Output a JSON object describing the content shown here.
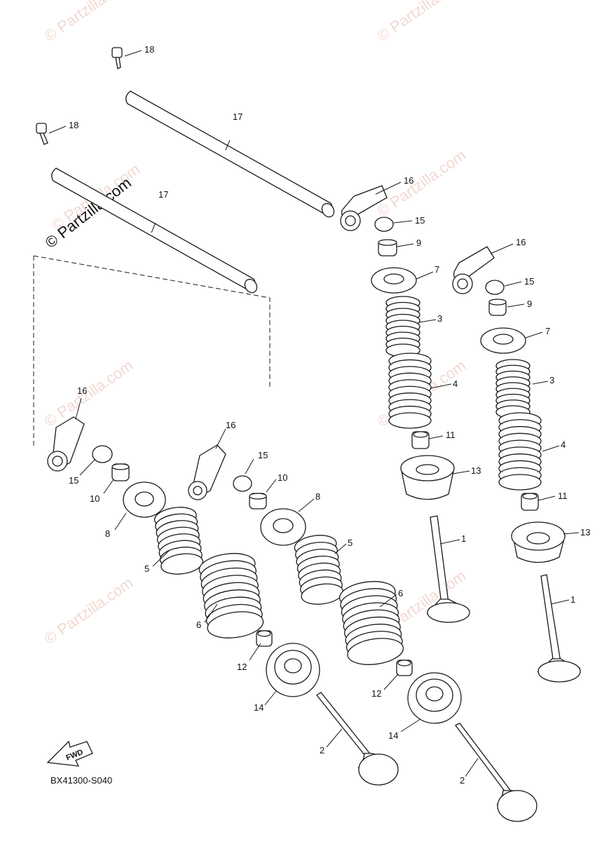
{
  "watermark": {
    "main": "© Partzilla.com",
    "faint": "© Partzilla.com"
  },
  "diagram_code": "BX41300-S040",
  "fwd_label": "FWD",
  "callouts": {
    "c18a": "18",
    "c18b": "18",
    "c17a": "17",
    "c17b": "17",
    "c16a": "16",
    "c16b": "16",
    "c16c": "16",
    "c16d": "16",
    "c15a": "15",
    "c15b": "15",
    "c15c": "15",
    "c15d": "15",
    "c9a": "9",
    "c9b": "9",
    "c7a": "7",
    "c7b": "7",
    "c3a": "3",
    "c3b": "3",
    "c4a": "4",
    "c4b": "4",
    "c11a": "11",
    "c11b": "11",
    "c13a": "13",
    "c13b": "13",
    "c1a": "1",
    "c1b": "1",
    "c10a": "10",
    "c10b": "10",
    "c8a": "8",
    "c8b": "8",
    "c5a": "5",
    "c5b": "5",
    "c6a": "6",
    "c6b": "6",
    "c12a": "12",
    "c12b": "12",
    "c14a": "14",
    "c14b": "14",
    "c2a": "2",
    "c2b": "2"
  }
}
